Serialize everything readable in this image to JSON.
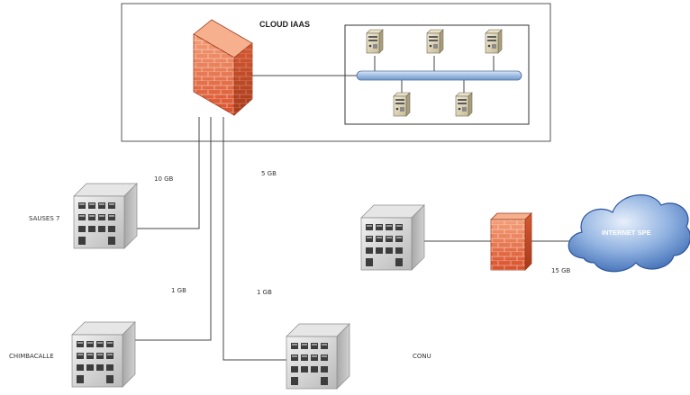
{
  "diagram": {
    "title": "CLOUD IAAS",
    "internet_label": "INTERNET SPE",
    "sites": {
      "sauses": "SAUSES 7",
      "chimbacalle": "CHIMBACALLE",
      "conu": "CONU"
    },
    "links": {
      "sauses_bw": "10 GB",
      "top_bw": "5 GB",
      "chimbacalle_bw": "1 GB",
      "conu_bw": "1 GB",
      "internet_bw": "15 GB"
    },
    "colors": {
      "firewall": "#e86a3e",
      "bus": "#a9c4e4",
      "cloud": "#5b86c8",
      "building": "#d8d8d8"
    }
  }
}
